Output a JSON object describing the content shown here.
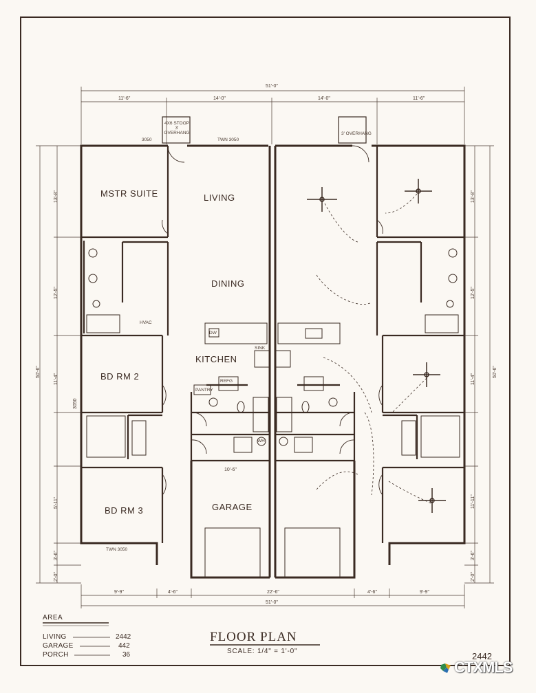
{
  "rooms": {
    "master_suite": "MSTR SUITE",
    "living": "LIVING",
    "dining": "DINING",
    "kitchen": "KITCHEN",
    "bedroom_2": "BD RM 2",
    "bedroom_3": "BD RM 3",
    "garage": "GARAGE"
  },
  "labels": {
    "stoop": "4X6 STOOP 3' OVERHANG",
    "overhang_right": "3' OVERHANG",
    "window_3050_left": "3050",
    "window_twn_3050_top": "TWN 3050",
    "window_twn_3050_bottom": "TWN 3050",
    "window_3050_side": "3050",
    "sink": "SINK",
    "dw": "DW",
    "refg": "REFG",
    "pantry": "PANTRY",
    "hvac": "HVAC",
    "wh": "WH"
  },
  "dimensions": {
    "overall_top": "51'-0\"",
    "overall_bottom": "51'-0\"",
    "top_segments": [
      "11'-6\"",
      "14'-0\"",
      "14'-0\"",
      "11'-6\""
    ],
    "bottom_segments": [
      "9'-9\"",
      "4'-6\"",
      "22'-6\"",
      "4'-6\"",
      "9'-9\""
    ],
    "garage_width": "10'-6\"",
    "left_overall": "50'-6\"",
    "right_overall": "50'-6\"",
    "left_segments": [
      "13'-8\"",
      "12'-5\"",
      "11'-4\"",
      "5'-11\"",
      "3'-6\"",
      "2'-0\""
    ],
    "right_segments": [
      "13'-8\"",
      "12'-5\"",
      "11'-4\"",
      "11'-11\"",
      "3'-6\"",
      "2'-0\""
    ]
  },
  "area": {
    "title": "AREA",
    "rows": [
      {
        "label": "LIVING",
        "value": "2442"
      },
      {
        "label": "GARAGE",
        "value": "442"
      },
      {
        "label": "PORCH",
        "value": "36"
      }
    ]
  },
  "title_block": {
    "title": "FLOOR PLAN",
    "scale": "SCALE: 1/4\" = 1'-0\"",
    "number": "2442"
  },
  "branding": {
    "logo_text": "CTXMLS",
    "logo_colors": {
      "mark": "#2e8b4a",
      "accent": "#d9a21b",
      "blue": "#2a6fb0"
    }
  },
  "colors": {
    "paper": "#fbf8f3",
    "ink": "#3a2a22",
    "wall": "#3a2a22"
  }
}
